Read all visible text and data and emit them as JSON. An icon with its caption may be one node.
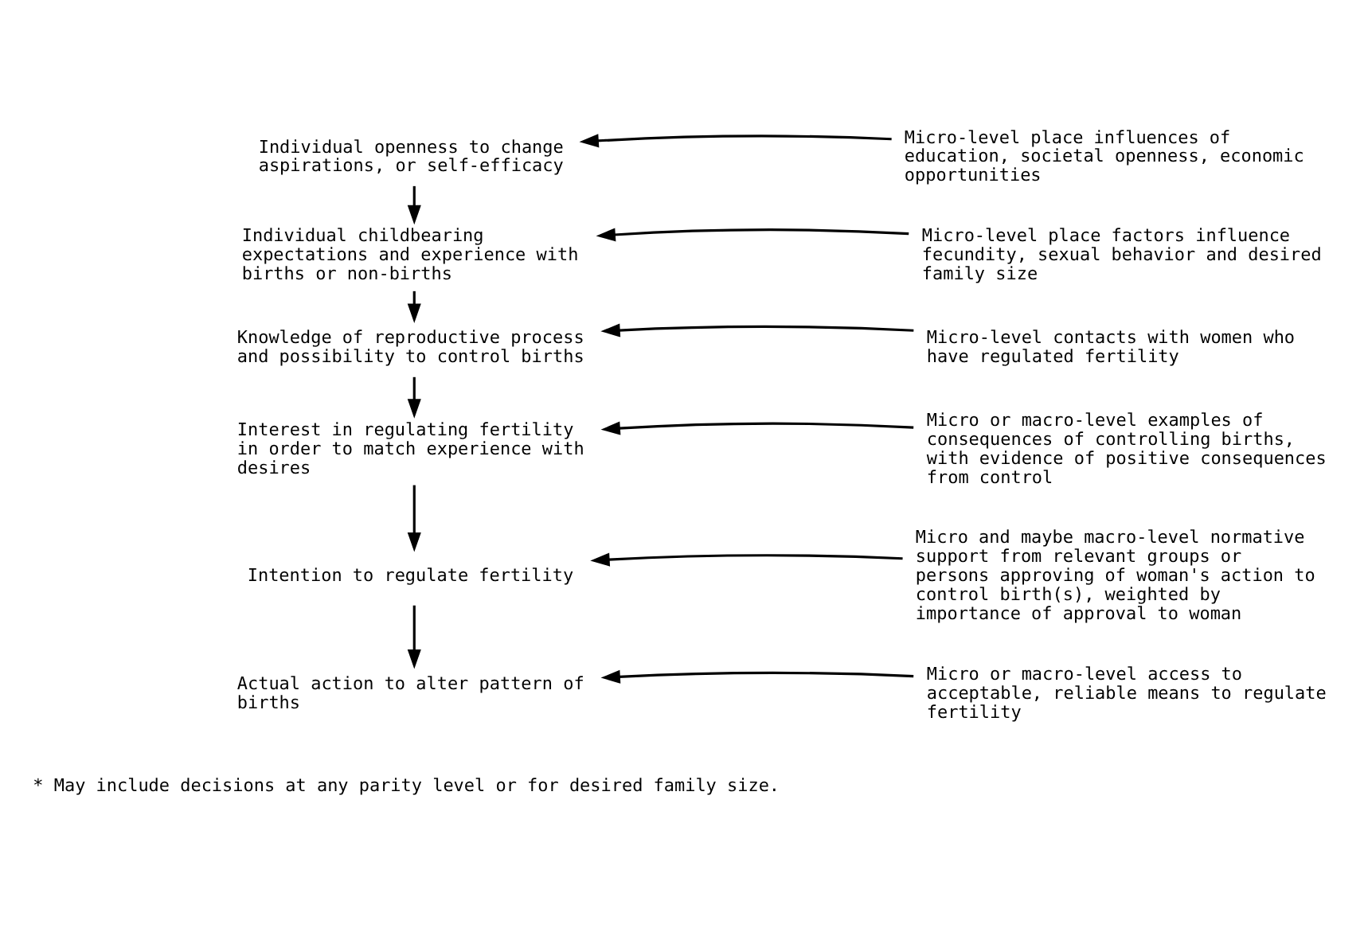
{
  "diagram": {
    "nodes": [
      {
        "text": [
          "Individual openness to change aspirations, or self-efficacy"
        ]
      },
      {
        "text": [
          "Individual childbearing expectations and experience with births or non-births"
        ]
      },
      {
        "text": [
          "Knowledge of reproductive process and possibility to control births"
        ]
      },
      {
        "text": [
          "Interest in regulating fertility in order to match experience with desires"
        ]
      },
      {
        "text": [
          "Intention to regulate fertility"
        ]
      },
      {
        "text": [
          "Actual action to alter pattern of births"
        ]
      },
      {
        "text": [
          "Micro-level place influences of education, societal openness, economic opportunities"
        ]
      },
      {
        "text": [
          "Micro-level place factors influence fecundity, sexual behavior and desired family size"
        ]
      },
      {
        "text": [
          "Micro-level contacts with women who have regulated fertility"
        ]
      },
      {
        "text": [
          "Micro or macro-level examples of consequences of controlling births, with evidence of positive consequences from control"
        ]
      },
      {
        "text": [
          "Micro and maybe macro-level normative support from relevant groups or persons approving of woman's action to control birth(s), weighted by importance of approval to woman"
        ]
      },
      {
        "text": [
          "Micro or macro-level access to acceptable, reliable means to regulate fertility"
        ]
      }
    ],
    "edges": [
      {
        "from": 0,
        "to": 1,
        "arrow": "to"
      },
      {
        "from": 1,
        "to": 2,
        "arrow": "to"
      },
      {
        "from": 2,
        "to": 3,
        "arrow": "to"
      },
      {
        "from": 3,
        "to": 4,
        "arrow": "to"
      },
      {
        "from": 4,
        "to": 5,
        "arrow": "to"
      },
      {
        "from": 6,
        "to": 0,
        "arrow": "to"
      },
      {
        "from": 7,
        "to": 1,
        "arrow": "to"
      },
      {
        "from": 8,
        "to": 2,
        "arrow": "to"
      },
      {
        "from": 9,
        "to": 3,
        "arrow": "to"
      },
      {
        "from": 10,
        "to": 4,
        "arrow": "to"
      },
      {
        "from": 11,
        "to": 5,
        "arrow": "to"
      }
    ],
    "labels": [
      "* May include decisions at any parity level or for desired family size."
    ]
  }
}
